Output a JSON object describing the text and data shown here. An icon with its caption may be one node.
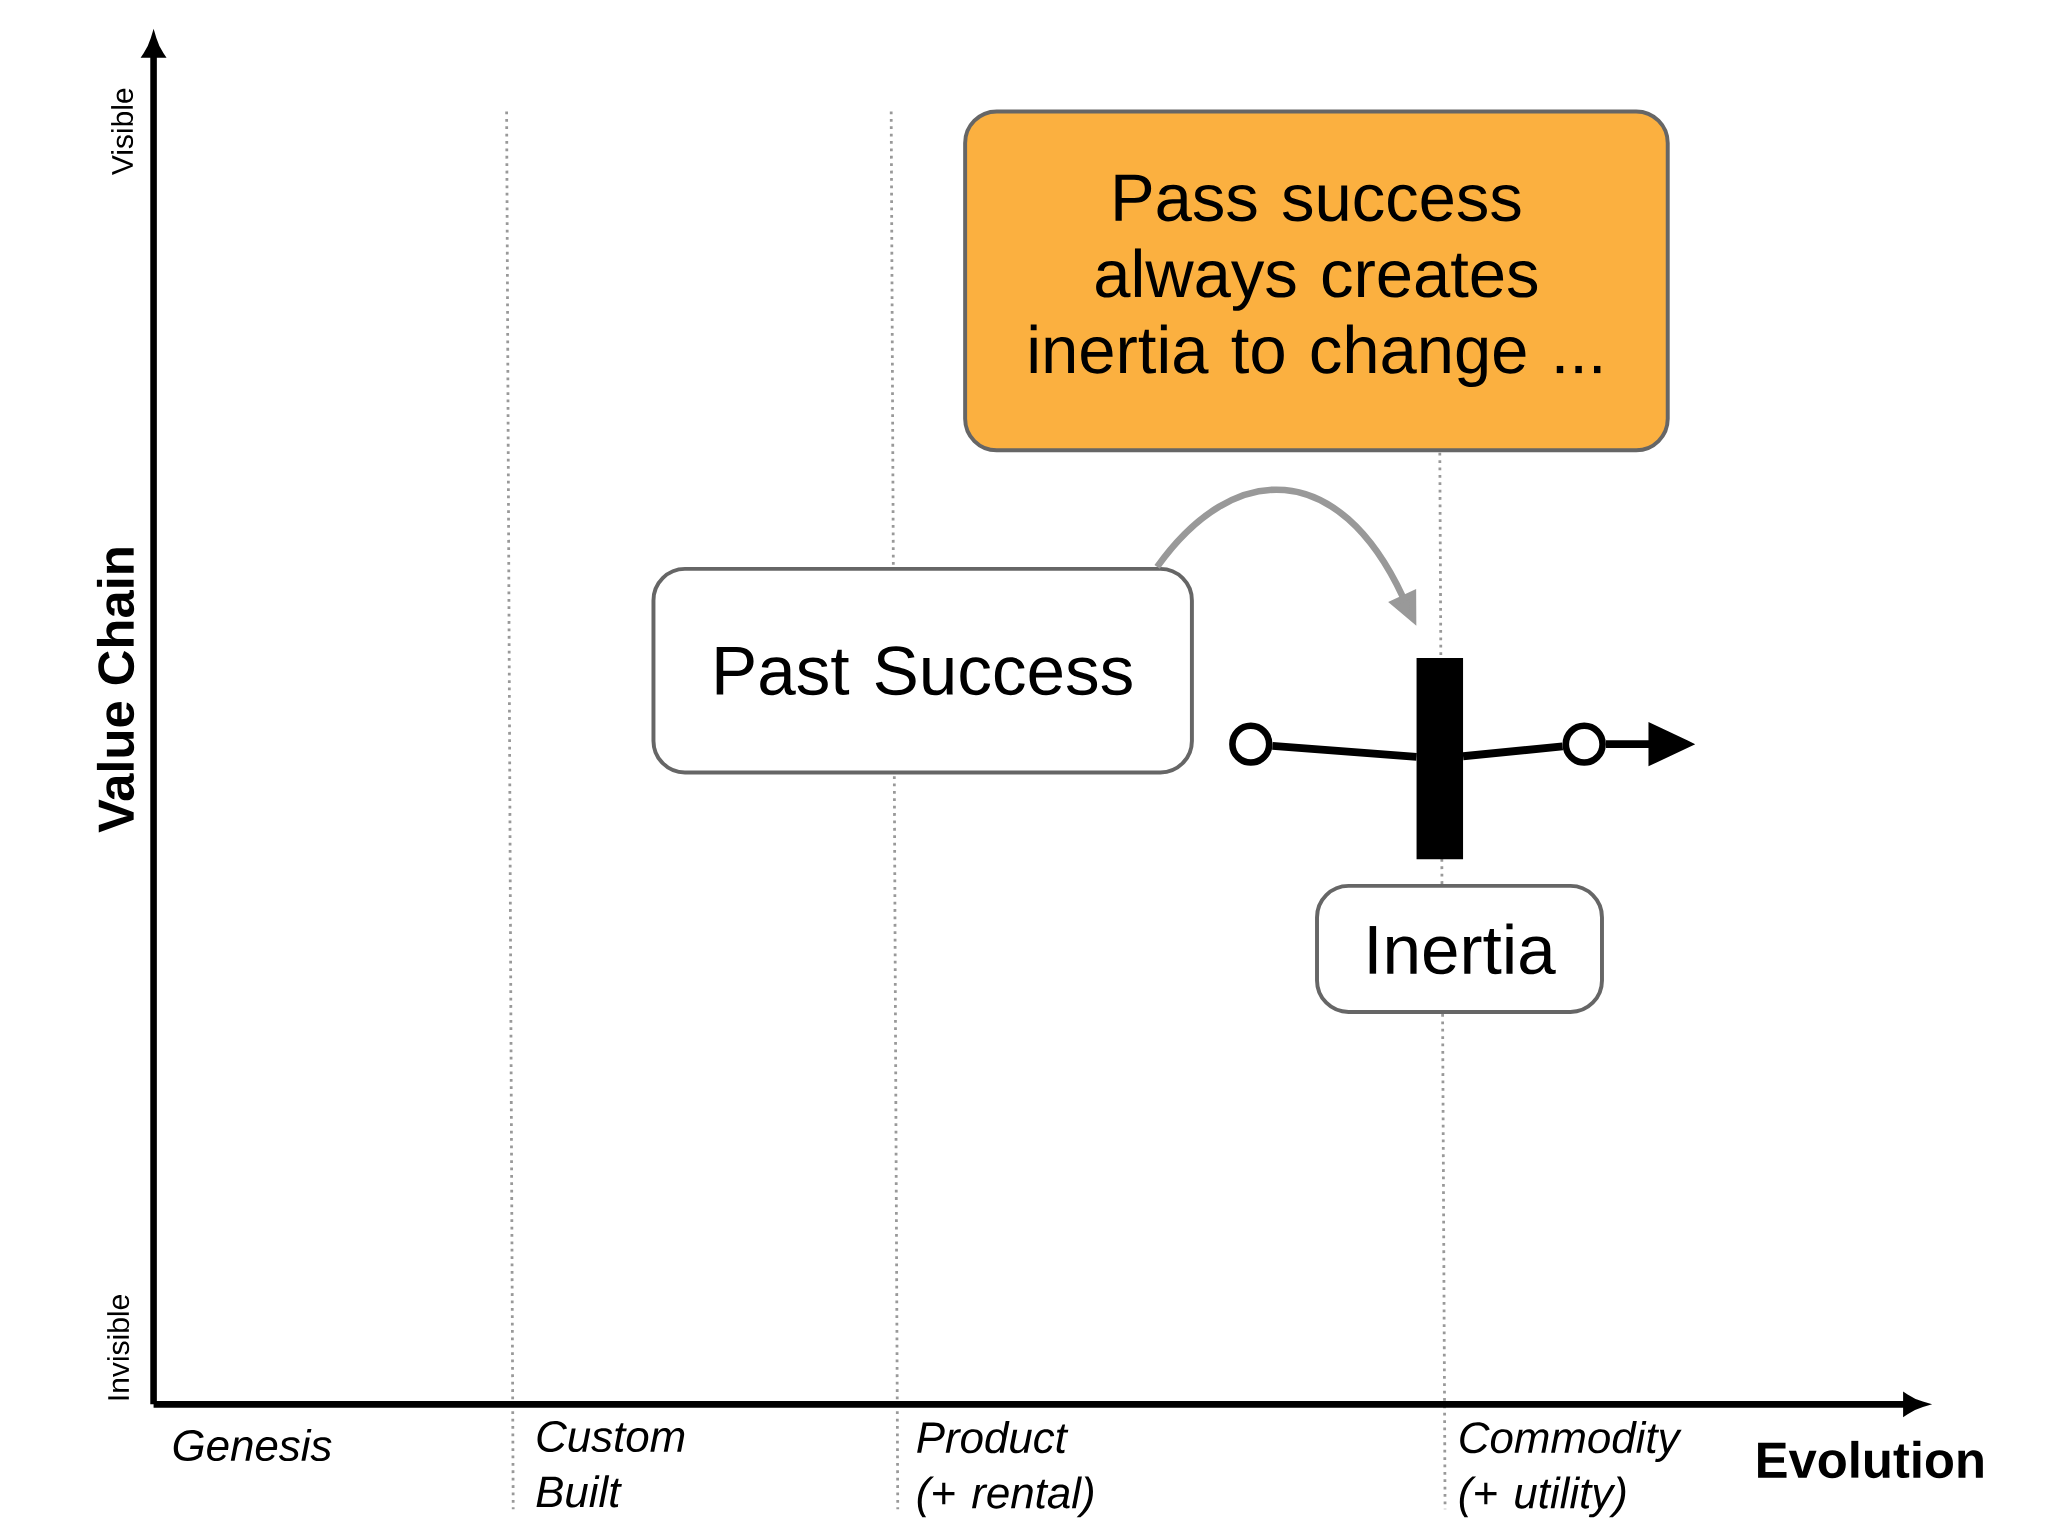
{
  "diagram": {
    "nodes": [
      {
        "text": [
          "Pass success always creates inertia to change ..."
        ]
      },
      {
        "text": [
          "Past Success"
        ]
      },
      {
        "text": [
          "Inertia"
        ]
      },
      {
        "text": [],
        "shape": "bar"
      },
      {
        "text": [],
        "shape": "circle"
      },
      {
        "text": [],
        "shape": "circle"
      }
    ],
    "edges": [
      {
        "from": 1,
        "to": 3,
        "arrow": "to",
        "color": "#999999"
      },
      {
        "from": 4,
        "to": 3,
        "arrow": "none"
      },
      {
        "from": 3,
        "to": 5,
        "arrow": "none"
      },
      {
        "from": 5,
        "to": null,
        "arrow": "to"
      }
    ],
    "labels": [
      "Visible",
      "Value Chain",
      "Invisible",
      "Genesis",
      "Custom Built",
      "Product (+ rental)",
      "Commodity (+ utility)",
      "Evolution"
    ]
  }
}
